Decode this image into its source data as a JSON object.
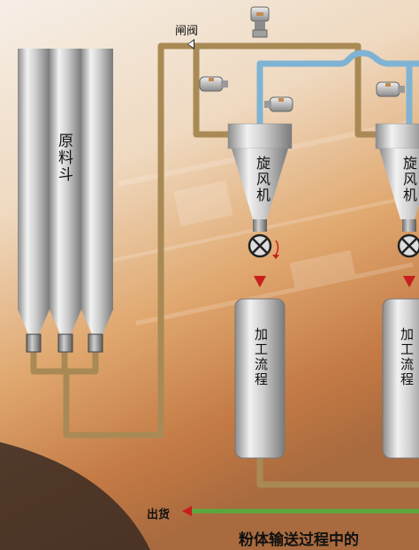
{
  "diagram": {
    "silo_label": "原料斗",
    "gate_valve_label": "闸阀",
    "cyclone_label": "旋风机",
    "process_label": "加工流程",
    "output_label": "出货",
    "caption": "粉体输送过程中的"
  },
  "colors": {
    "pipe_brown": "#a98a55",
    "pipe_blue": "#7fb3d3",
    "arrow_red": "#c81e1e",
    "output_green": "#5aa83e",
    "bg_light": "#f4ece2",
    "bg_warm": "#d08a4e",
    "bg_dark": "#3a2a22"
  },
  "icons": [
    "gate-valve-icon",
    "pressure-gauge-icon",
    "rotary-valve-icon",
    "red-arrow-icon"
  ]
}
